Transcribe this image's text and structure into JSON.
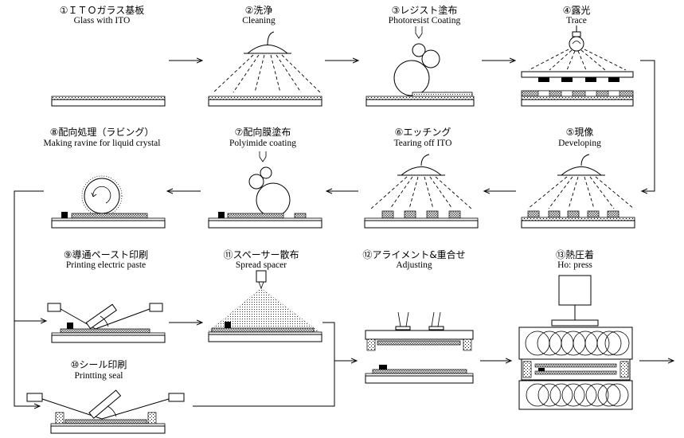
{
  "steps": [
    {
      "jp": "①ＩＴＯガラス基板",
      "en": "Glass with ITO"
    },
    {
      "jp": "②洗浄",
      "en": "Cleaning"
    },
    {
      "jp": "③レジスト塗布",
      "en": "Photoresist Coating"
    },
    {
      "jp": "④露光",
      "en": "Trace"
    },
    {
      "jp": "⑤現像",
      "en": "Developing"
    },
    {
      "jp": "⑥エッチング",
      "en": "Tearing off ITO"
    },
    {
      "jp": "⑦配向膜塗布",
      "en": "Polyimide coating"
    },
    {
      "jp": "⑧配向処理（ラビング）",
      "en": "Making ravine for liquid crystal"
    },
    {
      "jp": "⑨導通ペースト印刷",
      "en": "Printing electric paste"
    },
    {
      "jp": "⑩シール印刷",
      "en": "Printting seal"
    },
    {
      "jp": "⑪スペーサー散布",
      "en": "Spread spacer"
    },
    {
      "jp": "⑫アライメント&重合せ",
      "en": "Adjusting"
    },
    {
      "jp": "⑬熱圧着",
      "en": "Ho: press"
    }
  ]
}
